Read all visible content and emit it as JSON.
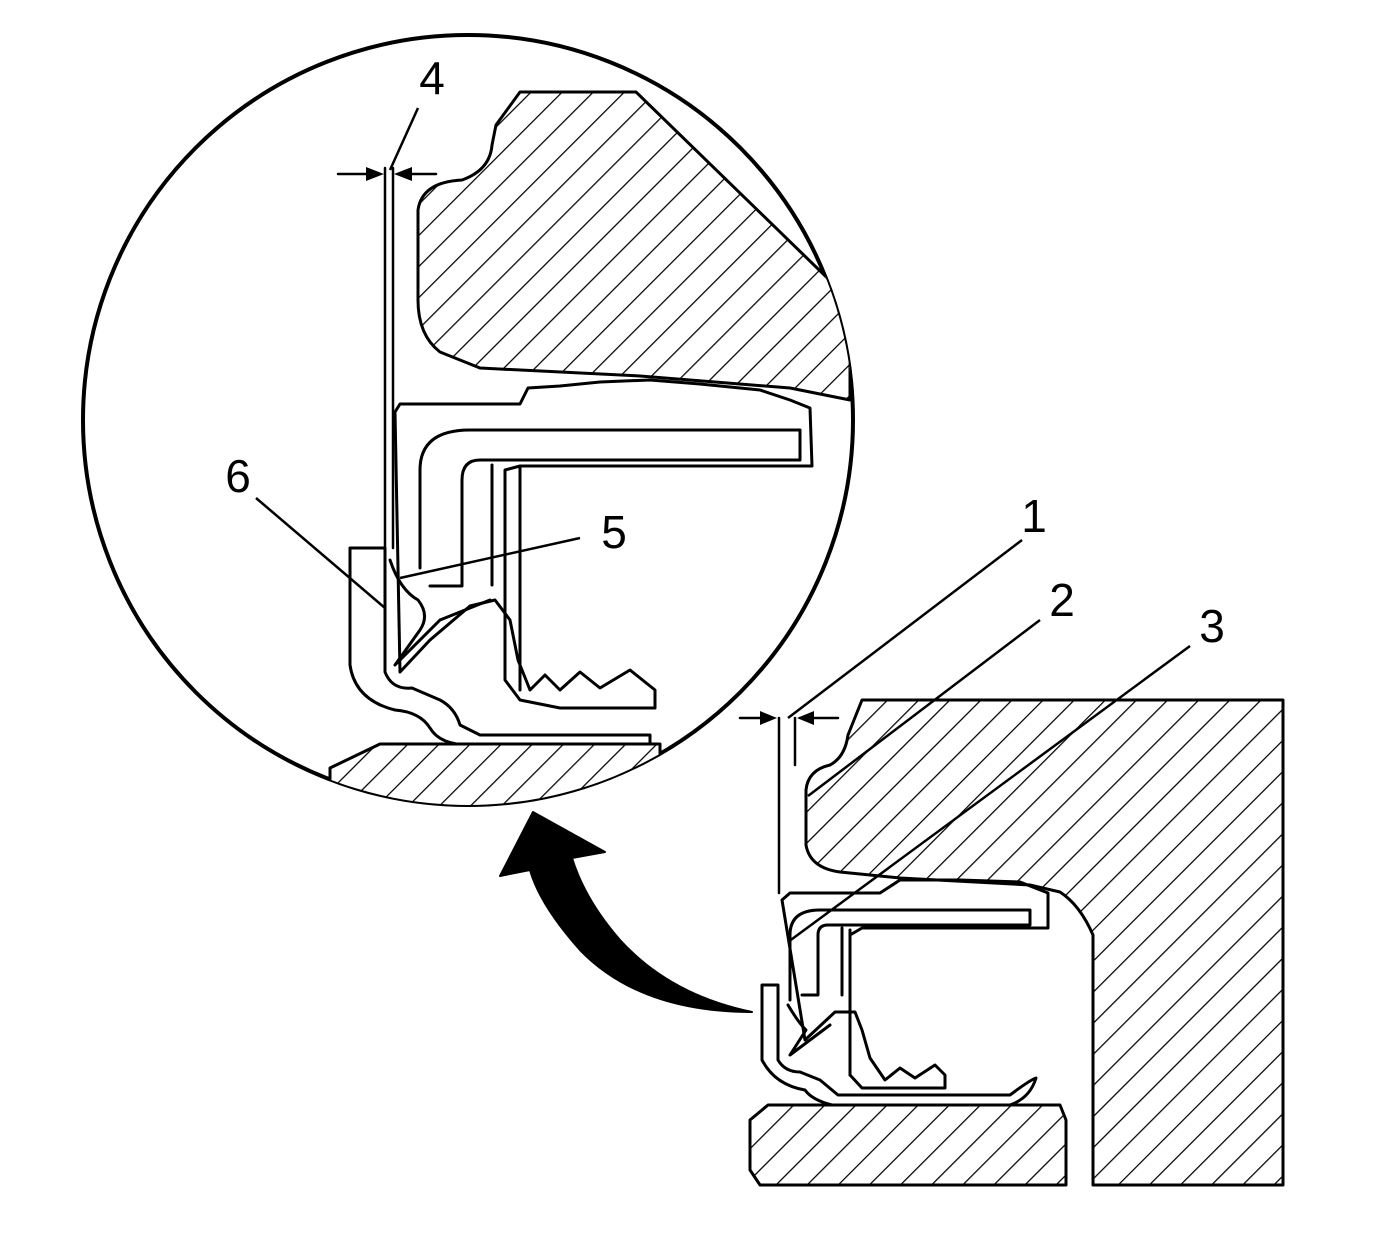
{
  "diagram": {
    "ink_color": "#000000",
    "background_color": "#ffffff",
    "callouts": [
      {
        "id": "1",
        "label": "1"
      },
      {
        "id": "2",
        "label": "2"
      },
      {
        "id": "3",
        "label": "3"
      },
      {
        "id": "4",
        "label": "4"
      },
      {
        "id": "5",
        "label": "5"
      },
      {
        "id": "6",
        "label": "6"
      }
    ],
    "icons": {
      "magnify_arrow": "curved-arrow-icon",
      "dimension_arrows": "dimension-arrows-icon"
    }
  }
}
